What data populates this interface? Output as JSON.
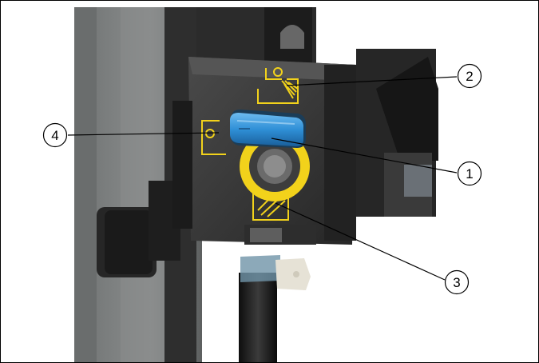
{
  "figure": {
    "description_free": true,
    "callouts": [
      {
        "id": "callout-1",
        "label": "1"
      },
      {
        "id": "callout-2",
        "label": "2"
      },
      {
        "id": "callout-3",
        "label": "3"
      },
      {
        "id": "callout-4",
        "label": "4"
      }
    ],
    "colors": {
      "housing": "#3a3a3a",
      "panel_gray": "#7f8282",
      "knob_blue": "#2f8fd6",
      "marking_yellow": "#f2d21b",
      "leader_line": "#000000",
      "callout_fill": "#ffffff"
    }
  }
}
